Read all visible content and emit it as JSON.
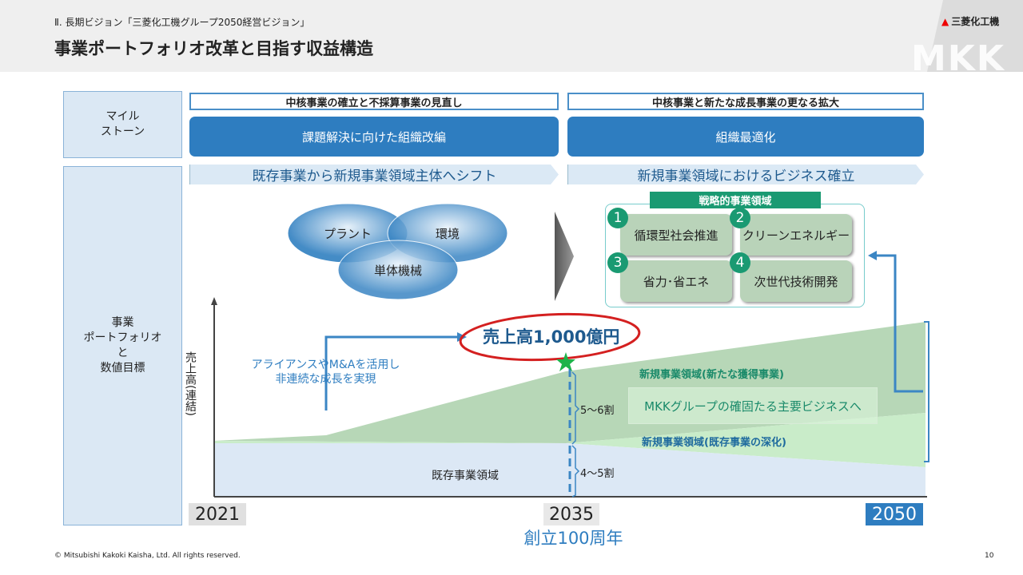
{
  "header": {
    "subtitle": "Ⅱ. 長期ビジョン「三菱化工機グループ2050経営ビジョン」",
    "title": "事業ポートフォリオ改革と目指す収益構造",
    "logo": "三菱化工機",
    "watermark": "MKK"
  },
  "left": {
    "milestone": "マイル\nストーン",
    "portfolio": "事業\nポートフォリオ\nと\n数値目標"
  },
  "phase1": {
    "top": "中核事業の確立と不採算事業の見直し",
    "button": "課題解決に向けた組織改編",
    "banner": "既存事業から新規事業領域主体へシフト"
  },
  "phase2": {
    "top": "中核事業と新たな成長事業の更なる拡大",
    "button": "組織最適化",
    "banner": "新規事業領域におけるビジネス確立"
  },
  "venn": [
    "プラント",
    "環境",
    "単体機械"
  ],
  "strategic": {
    "title": "戦略的事業領域",
    "items": [
      {
        "n": "1",
        "label": "循環型社会推進"
      },
      {
        "n": "2",
        "label": "クリーンエネルギー"
      },
      {
        "n": "3",
        "label": "省力･省エネ"
      },
      {
        "n": "4",
        "label": "次世代技術開発"
      }
    ]
  },
  "chart": {
    "ylabel": "売上高(連結)",
    "target": "売上高1,000億円",
    "alliance": "アライアンスやM&Aを活用し\n非連続な成長を実現",
    "new_acquired": "新規事業領域(新たな獲得事業)",
    "main_business": "MKKグループの確固たる主要ビジネスへ",
    "new_deepen": "新規事業領域(既存事業の深化)",
    "existing": "既存事業領域",
    "ratio_new": "5～6割",
    "ratio_existing": "4～5割",
    "years": [
      "2021",
      "2035",
      "2050"
    ],
    "anniversary": "創立100周年"
  },
  "footer": {
    "copyright": "© Mitsubishi Kakoki Kaisha, Ltd. All rights reserved.",
    "page": "10"
  },
  "colors": {
    "blue": "#2e7dc0",
    "green": "#1a9a72",
    "red": "#d42020"
  }
}
